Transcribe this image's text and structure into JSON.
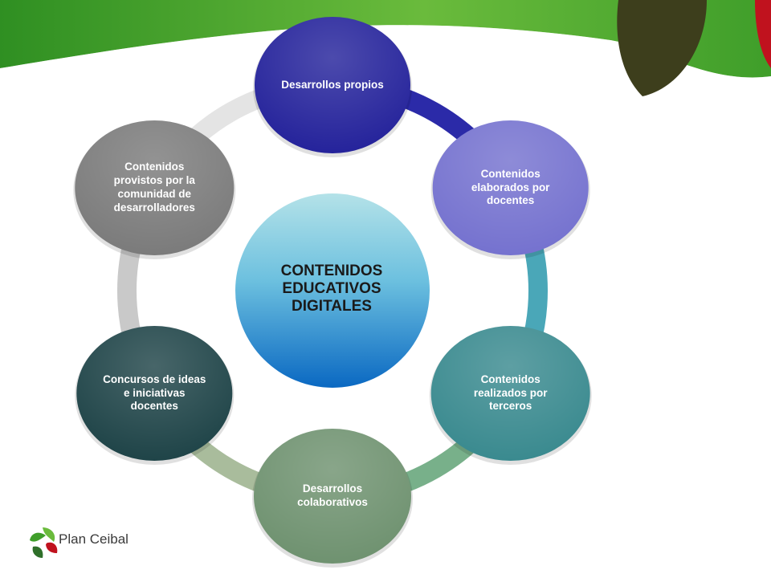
{
  "diagram": {
    "center_label": "CONTENIDOS EDUCATIVOS DIGITALES",
    "nodes": [
      {
        "id": "desarrollos-propios",
        "label": "Desarrollos propios",
        "color": "#25239b"
      },
      {
        "id": "elaborados-docentes",
        "label": "Contenidos elaborados por docentes",
        "color": "#7572cf"
      },
      {
        "id": "realizados-terceros",
        "label": "Contenidos realizados por terceros",
        "color": "#3a8a8f"
      },
      {
        "id": "desarrollos-colaborativos",
        "label": "Desarrollos colaborativos",
        "color": "#6f9270"
      },
      {
        "id": "concursos-ideas",
        "label": "Concursos de ideas e iniciativas docentes",
        "color": "#1f4448"
      },
      {
        "id": "provistos-comunidad",
        "label": "Contenidos provistos por la comunidad de desarrolladores",
        "color": "#7b7b7b"
      }
    ],
    "ring_colors": [
      "#2b2aa8",
      "#4aa7b8",
      "#78b08a",
      "#a9bc9c",
      "#c9c9c9",
      "#e4e4e4"
    ],
    "center_gradient": [
      "#b4e2e8",
      "#0a68c2"
    ]
  },
  "branding": {
    "logo_text": "Plan Ceibal",
    "header_green": "#3f9e2a",
    "accent_red": "#c0121e"
  }
}
